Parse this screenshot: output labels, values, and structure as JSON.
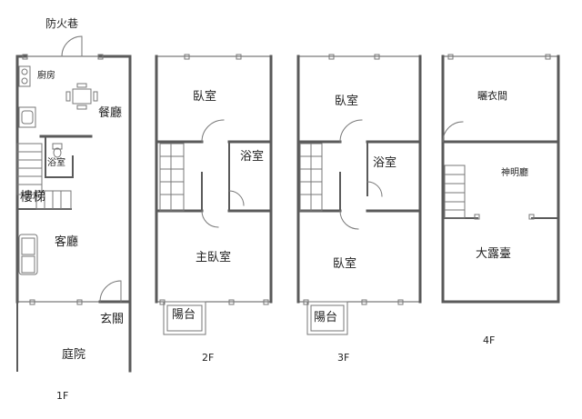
{
  "plans": {
    "f1": {
      "floor_label": "1F",
      "fire_lane": "防火巷",
      "kitchen": "廚房",
      "dining": "餐廳",
      "bath": "浴室",
      "stairs": "樓梯",
      "living": "客廳",
      "entry": "玄關",
      "yard": "庭院"
    },
    "f2": {
      "floor_label": "2F",
      "bedroom": "臥室",
      "bath": "浴室",
      "master": "主臥室",
      "balcony": "陽台"
    },
    "f3": {
      "floor_label": "3F",
      "bedroom_top": "臥室",
      "bath": "浴室",
      "bedroom_bottom": "臥室",
      "balcony": "陽台"
    },
    "f4": {
      "floor_label": "4F",
      "laundry": "曬衣間",
      "shrine": "神明廳",
      "terrace": "大露臺"
    }
  },
  "colors": {
    "wall": "#5a5a5a",
    "line": "#777777",
    "text": "#222222"
  }
}
